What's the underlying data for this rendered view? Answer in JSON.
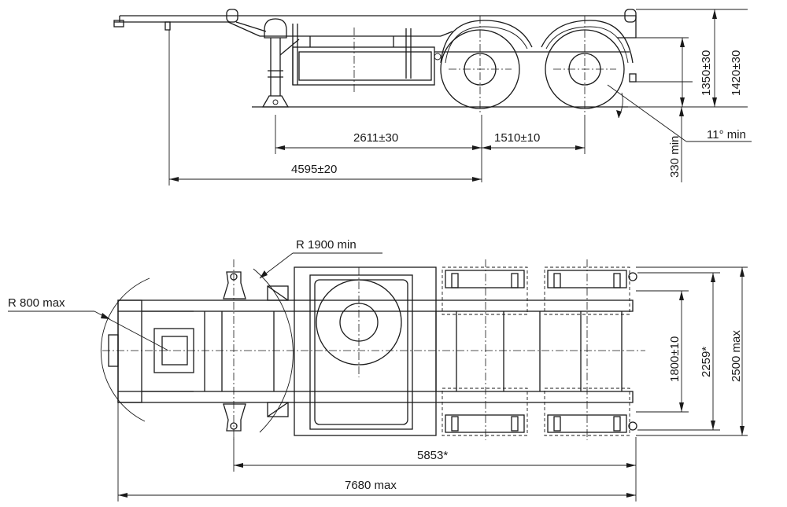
{
  "side_view": {
    "dim_kingpin_to_axle": "2611±30",
    "dim_axle_spacing": "1510±10",
    "dim_front_to_axle": "4595±20",
    "dim_platform_height": "1350±30",
    "dim_overall_height": "1420±30",
    "dim_ground_clearance": "330 min",
    "angle_departure": "11° min"
  },
  "plan_view": {
    "radius_front": "R 800 max",
    "radius_swing": "R 1900 min",
    "dim_track": "1800±10",
    "dim_twistlock_width": "2259*",
    "dim_overall_width": "2500 max",
    "dim_twistlock_length": "5853*",
    "dim_overall_length": "7680 max"
  },
  "colors": {
    "line": "#1a1a1a",
    "background": "#ffffff"
  }
}
